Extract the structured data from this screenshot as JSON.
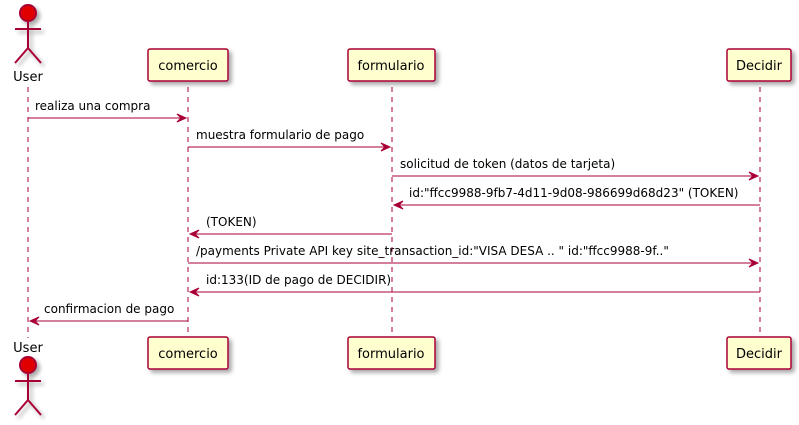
{
  "participants": {
    "user": "User",
    "comercio": "comercio",
    "formulario": "formulario",
    "decidir": "Decidir"
  },
  "messages": [
    "realiza una compra",
    "muestra formulario de pago",
    "solicitud de token (datos de tarjeta)",
    "id:\"ffcc9988-9fb7-4d11-9d08-986699d68d23\" (TOKEN)",
    "(TOKEN)",
    "/payments Private API key site_transaction_id:\"VISA DESA .. \" id:\"ffcc9988-9f..\"",
    "id:133(ID de pago de DECIDIR)",
    "confirmacion de pago"
  ],
  "colors": {
    "border": "#A80036",
    "fill": "#FEFECE",
    "actor_fill": "#E00000"
  },
  "icons": [
    "stick-figure-actor-icon"
  ]
}
